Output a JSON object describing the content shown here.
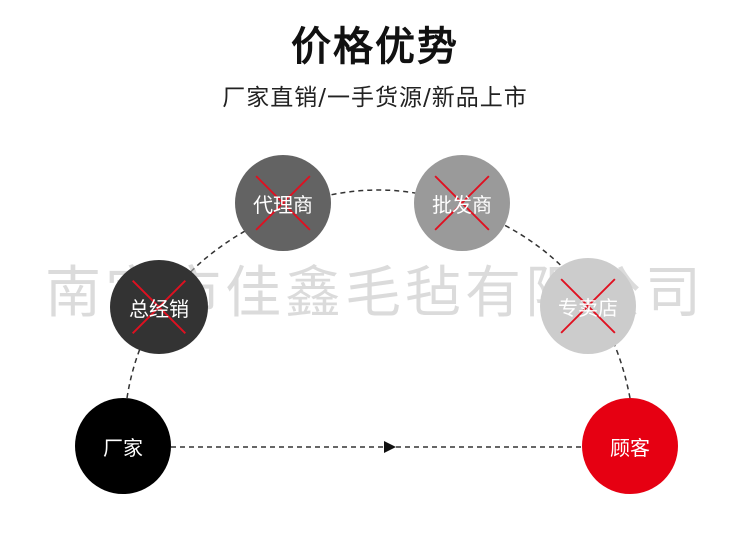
{
  "header": {
    "title": "价格优势",
    "subtitle": "厂家直销/一手货源/新品上市"
  },
  "watermark": "南宫市佳鑫毛毡有限公司",
  "nodes": {
    "factory": {
      "label": "厂家",
      "color": "#000000",
      "crossed": false
    },
    "general": {
      "label": "总经销",
      "color": "#333333",
      "crossed": true
    },
    "agent": {
      "label": "代理商",
      "color": "#636363",
      "crossed": true
    },
    "wholesale": {
      "label": "批发商",
      "color": "#9a9a9a",
      "crossed": true
    },
    "store": {
      "label": "专卖店",
      "color": "#cccccc",
      "crossed": true
    },
    "customer": {
      "label": "顾客",
      "color": "#e60012",
      "crossed": false
    }
  },
  "colors": {
    "cross": "#e01020",
    "connector": "#333333"
  }
}
